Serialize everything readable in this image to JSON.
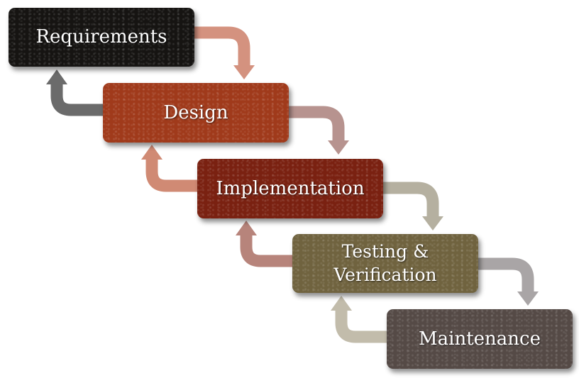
{
  "stages": [
    {
      "label": "Requirements",
      "color": "#161412"
    },
    {
      "label": "Design",
      "color": "#a03a1b"
    },
    {
      "label": "Implementation",
      "color": "#7a2111"
    },
    {
      "label": "Testing &\nVerification",
      "color": "#70633f"
    },
    {
      "label": "Maintenance",
      "color": "#554a46"
    }
  ],
  "arrow_colors": {
    "forward_1": "#d4927f",
    "forward_2": "#b7938f",
    "forward_3": "#b5b0a0",
    "forward_4": "#a9a5a6",
    "back_1": "#6b6b6b",
    "back_2": "#d08a74",
    "back_3": "#b7847b",
    "back_4": "#c2bcab"
  }
}
